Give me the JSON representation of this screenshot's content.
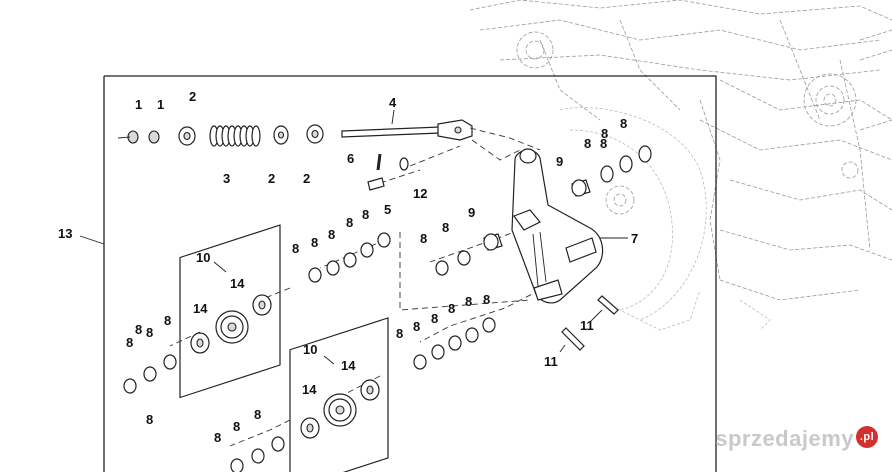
{
  "callouts": {
    "c1a": "1",
    "c1b": "1",
    "c2a": "2",
    "c2b": "2",
    "c2c": "2",
    "c3": "3",
    "c4": "4",
    "c5": "5",
    "c6": "6",
    "c7": "7",
    "c8_01": "8",
    "c8_02": "8",
    "c8_03": "8",
    "c8_04": "8",
    "c8_05": "8",
    "c8_06": "8",
    "c8_07": "8",
    "c8_08": "8",
    "c8_09": "8",
    "c8_10": "8",
    "c8_11": "8",
    "c8_12": "8",
    "c8_13": "8",
    "c8_14": "8",
    "c8_15": "8",
    "c8_16": "8",
    "c8_17": "8",
    "c8_18": "8",
    "c8_19": "8",
    "c8_20": "8",
    "c8_21": "8",
    "c8_22": "8",
    "c8_23": "8",
    "c8_24": "8",
    "c8_25": "8",
    "c9a": "9",
    "c9b": "9",
    "c10a": "10",
    "c10b": "10",
    "c11a": "11",
    "c11b": "11",
    "c12": "12",
    "c13": "13",
    "c14a": "14",
    "c14b": "14",
    "c14c": "14",
    "c14d": "14"
  },
  "watermark": {
    "text": "sprzedajemy",
    "badge": ".pl"
  },
  "colors": {
    "line": "#222222",
    "ghost": "#9a9a9a",
    "watermark": "#c9c9c9",
    "badge": "#d32f2f"
  }
}
